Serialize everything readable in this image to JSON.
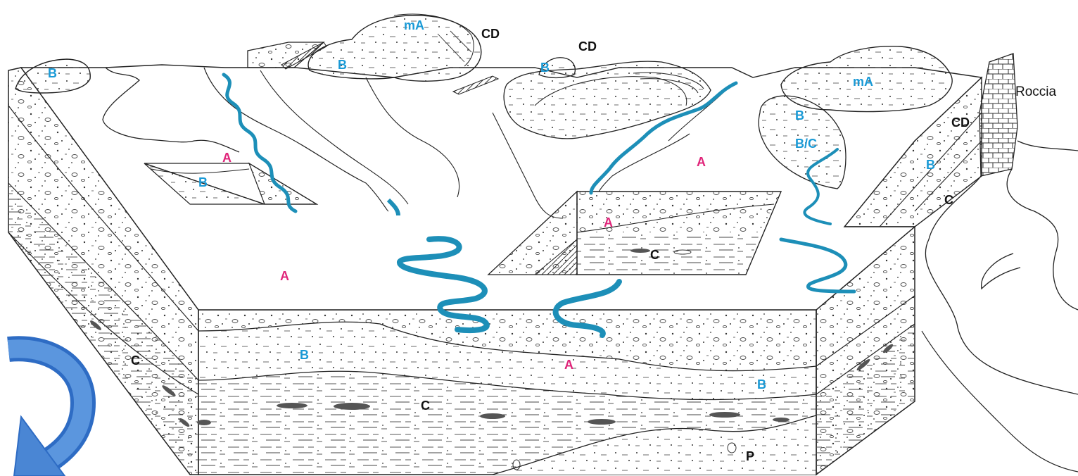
{
  "colors": {
    "line": "#222222",
    "river": "#1d8fb8",
    "label_blue": "#1a9ad6",
    "label_pink": "#e0257a",
    "label_black": "#111111",
    "arrow": "#3f7fd0",
    "lens": "#555555"
  },
  "icons": {
    "arrow": "curved-arrow-icon"
  },
  "labels": {
    "b_topleft": "B",
    "b_mound2": "B",
    "ma_top": "mA",
    "cd_top": "CD",
    "b_small": "B",
    "cd_mid": "CD",
    "ma_right": "mA",
    "roccia": "Roccia",
    "cd_right": "CD",
    "b_right": "B",
    "bc_right": "B/C",
    "b_rightwall": "B",
    "c_rightwall": "C",
    "a_pit1": "A",
    "b_pit1": "B",
    "a_plain_center": "A",
    "a_plain_left": "A",
    "a_pit2": "A",
    "c_pit2": "C",
    "c_leftwall": "C",
    "b_front": "B",
    "a_front": "A",
    "b_front_right": "B",
    "c_front": "C",
    "p_front": "P"
  }
}
